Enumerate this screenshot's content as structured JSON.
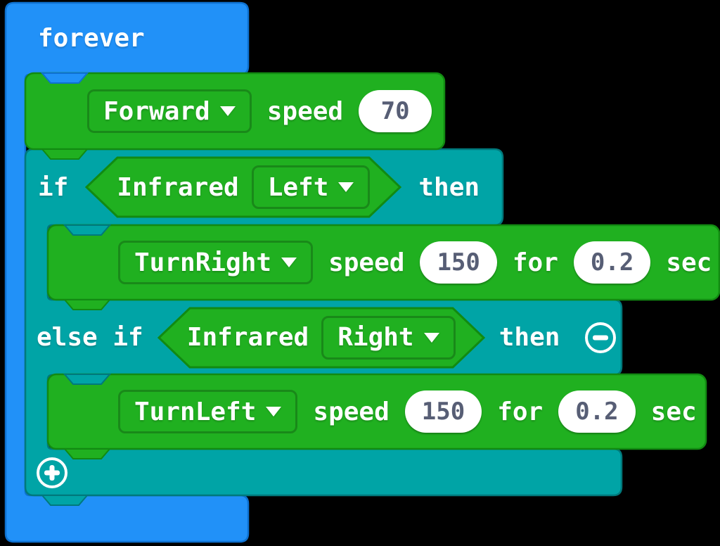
{
  "colors": {
    "background": "#000000",
    "forever_block": "#2191F8",
    "forever_block_border": "#0E71D0",
    "logic_block": "#00A4A6",
    "logic_block_border": "#00797C",
    "motor_block": "#20B020",
    "motor_block_border": "#128A12",
    "value_text": "#575E75",
    "label_text": "#FFFFFF"
  },
  "forever_block": {
    "label": "forever"
  },
  "forward_block": {
    "direction": "Forward",
    "dropdown_icon": "chevron-down-icon",
    "speed_label": "speed",
    "speed_value": "70"
  },
  "if_block": {
    "if_label": "if",
    "then_label": "then",
    "condition_left": {
      "sensor_label": "Infrared",
      "selected": "Left",
      "dropdown_icon": "chevron-down-icon"
    },
    "turn_right_block": {
      "direction": "TurnRight",
      "dropdown_icon": "chevron-down-icon",
      "speed_label": "speed",
      "speed_value": "150",
      "for_label": "for",
      "duration_value": "0.2",
      "sec_label": "sec"
    },
    "else_if_label": "else if",
    "else_then_label": "then",
    "condition_right": {
      "sensor_label": "Infrared",
      "selected": "Right",
      "dropdown_icon": "chevron-down-icon"
    },
    "turn_left_block": {
      "direction": "TurnLeft",
      "dropdown_icon": "chevron-down-icon",
      "speed_label": "speed",
      "speed_value": "150",
      "for_label": "for",
      "duration_value": "0.2",
      "sec_label": "sec"
    },
    "icons": {
      "remove_branch": "minus-circle-icon",
      "add_branch": "plus-circle-icon"
    }
  }
}
